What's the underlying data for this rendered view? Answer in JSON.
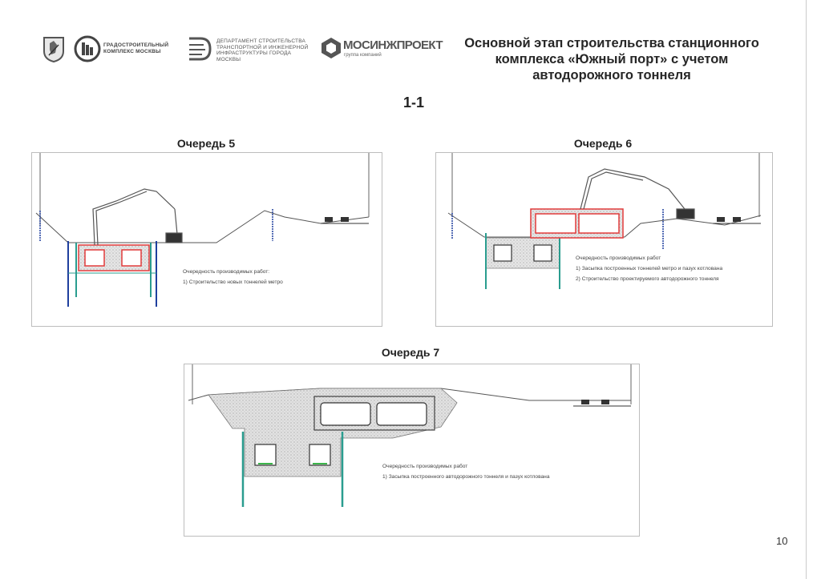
{
  "header": {
    "logos": {
      "coat_of_arms": {
        "icon": "moscow-coat-of-arms-icon"
      },
      "gradostroitelny": {
        "icon": "gk-logo-icon",
        "line1": "ГРАДОСТРОИТЕЛЬНЫЙ",
        "line2": "КОМПЛЕКС МОСКВЫ"
      },
      "department": {
        "icon": "department-logo-icon",
        "line1": "ДЕПАРТАМЕНТ СТРОИТЕЛЬСТВА",
        "line2": "ТРАНСПОРТНОЙ И ИНЖЕНЕРНОЙ",
        "line3": "ИНФРАСТРУКТУРЫ ГОРОДА МОСКВЫ"
      },
      "mosinzhproekt": {
        "icon": "mosinzhproekt-logo-icon",
        "name": "МОСИНЖПРОЕКТ",
        "tagline": "группа компаний"
      }
    },
    "title_line1": "Основной этап строительства станционного",
    "title_line2": "комплекса «Южный порт» с учетом",
    "title_line3": "автодорожного тоннеля",
    "section": "1-1"
  },
  "phases": [
    {
      "title": "Очередь 5",
      "notes_heading": "Очередность производимых работ:",
      "notes": [
        "1) Строительство новых тоннелей метро"
      ]
    },
    {
      "title": "Очередь 6",
      "notes_heading": "Очередность производимых работ",
      "notes": [
        "1) Засыпка построенных тоннелей метро и пазух котлована",
        "2) Строительство проектируемого автодорожного тоннеля"
      ]
    },
    {
      "title": "Очередь 7",
      "notes_heading": "Очередность производимых работ",
      "notes": [
        "1) Засыпка построенного автодорожного тоннеля и пазух котлована"
      ]
    }
  ],
  "colors": {
    "pile": "#2a9d8f",
    "anchor": "#1f3f9e",
    "red_structure": "#e23b3b",
    "fill": "#d8d8d8",
    "ground": "#555555"
  },
  "page_number": "10"
}
